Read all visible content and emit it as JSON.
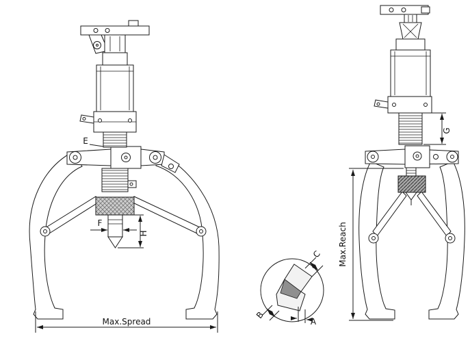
{
  "figure": {
    "type": "technical-drawing",
    "subject": "hydraulic three-jaw puller, front view, side view and jaw-tip detail",
    "line_color": "#1a1a1a",
    "front": {
      "e": "E",
      "f": "F",
      "h": "H",
      "max_spread": "Max.Spread"
    },
    "detail": {
      "a": "A",
      "b": "B",
      "c": "C"
    },
    "side": {
      "g": "G",
      "max_reach": "Max.Reach"
    }
  }
}
